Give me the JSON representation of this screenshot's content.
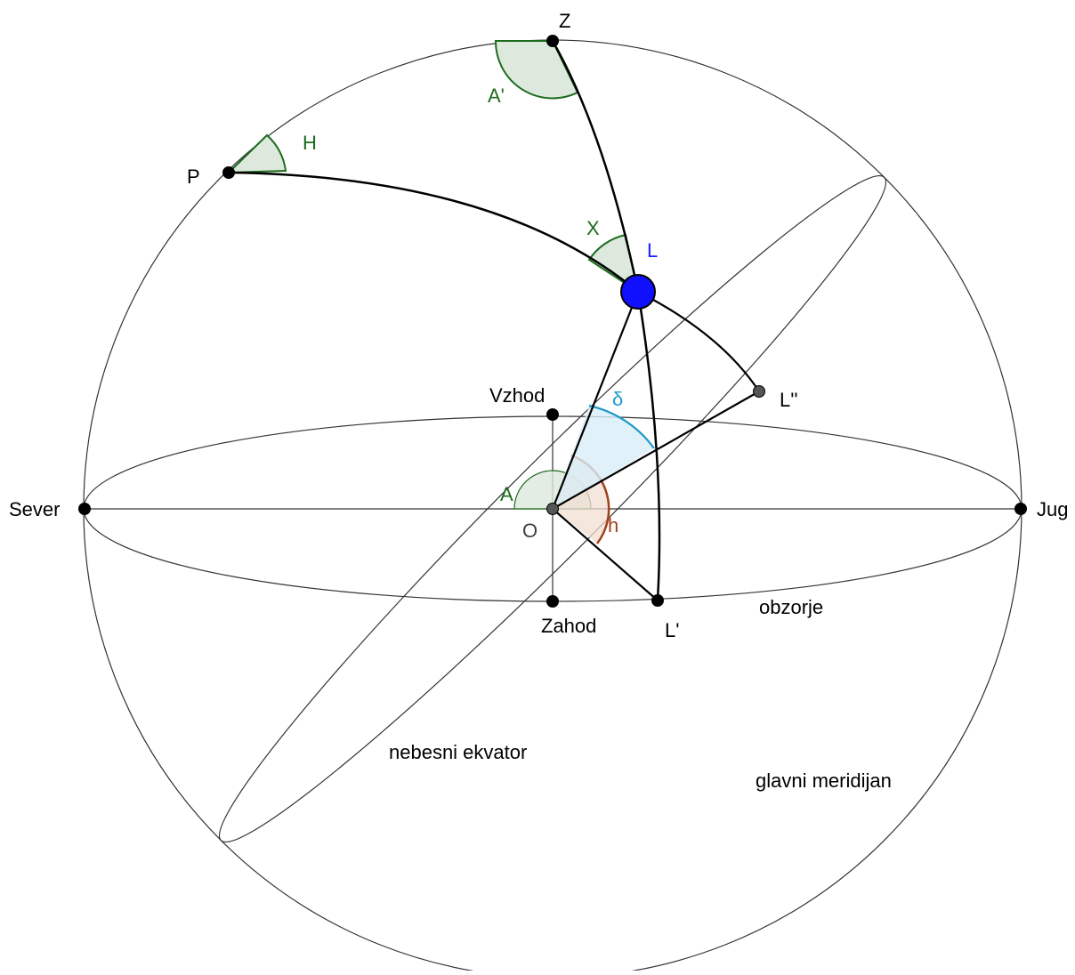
{
  "colors": {
    "outline": "#333333",
    "arc": "#000000",
    "angle_green": "#1e6b1e",
    "angle_green_fill": "#dde9dd",
    "angle_cyan": "#1f9ac9",
    "angle_cyan_fill": "#d8eef8",
    "angle_brown": "#a0411a",
    "angle_brown_fill": "#f1ddd3",
    "star": "#1010ff",
    "point": "#000000",
    "point_grey": "#555555"
  },
  "points": {
    "zenith": "Z",
    "pole": "P",
    "star": "L",
    "star_horizon_projection": "L'",
    "star_equator_projection": "L''",
    "center": "O",
    "north": "Sever",
    "south": "Jug",
    "east": "Vzhod",
    "west": "Zahod"
  },
  "angles": {
    "azimuth_at_zenith": "A'",
    "hour_angle": "H",
    "parallactic_angle": "X",
    "declination": "δ",
    "azimuth": "A",
    "altitude": "h"
  },
  "circles": {
    "horizon": "obzorje",
    "celestial_equator": "nebesni ekvator",
    "main_meridian": "glavni meridijan"
  }
}
